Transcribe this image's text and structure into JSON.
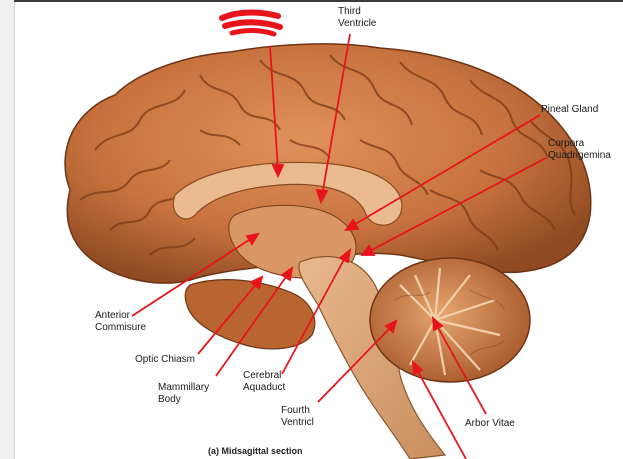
{
  "figure": {
    "caption": "(a) Midsagittal section",
    "arrow_color": "#e8141b",
    "redaction_color": "#e8141b"
  },
  "labels": {
    "third_ventricle": "Third\nVentricle",
    "pineal_gland": "Pineal Gland",
    "corpora_quadrigemina": "Corpora\nQuadrigemina",
    "anterior_commisure": "Anterior\nCommisure",
    "optic_chiasm": "Optic Chiasm",
    "mammillary_body": "Mammillary\nBody",
    "cerebral_aquaduct": "Cerebral\nAquaduct",
    "fourth_ventricl": "Fourth\nVentricl",
    "arbor_vitae": "Arbor Vitae"
  }
}
